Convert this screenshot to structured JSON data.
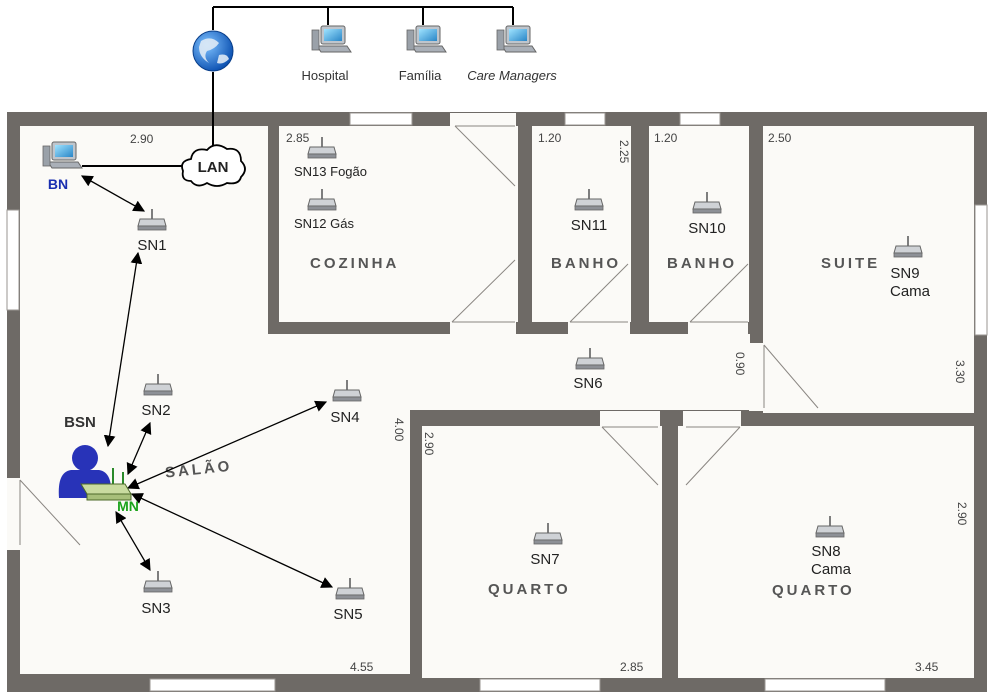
{
  "colors": {
    "wall": "#6e6a66",
    "floor": "#fbfaf7",
    "bn_label": "#1a2fb0",
    "mn_label": "#1aa31a",
    "person": "#2833b8",
    "router": "#c9dba0",
    "globe": "#1b6fd0",
    "line": "#000000"
  },
  "network": {
    "internet_icon": "globe-icon",
    "endpoints": [
      {
        "label": "Hospital",
        "icon": "computer-icon"
      },
      {
        "label": "Família",
        "icon": "computer-icon"
      },
      {
        "label": "Care Managers",
        "icon": "computer-icon"
      }
    ],
    "lan_label": "LAN",
    "bn_label": "BN",
    "bsn_label": "BSN",
    "mn_label": "MN"
  },
  "rooms": {
    "cozinha": "COZINHA",
    "banho_1": "BANHO",
    "banho_2": "BANHO",
    "suite": "SUITE",
    "salao": "SALÃO",
    "quarto_1": "QUARTO",
    "quarto_2": "QUARTO"
  },
  "dimensions": {
    "d290_top": "2.90",
    "d285_kitchen": "2.85",
    "d120_bath1": "1.20",
    "d225": "2.25",
    "d120_bath2": "1.20",
    "d250": "2.50",
    "d090": "0.90",
    "d330": "3.30",
    "d400": "4.00",
    "d290_q1": "2.90",
    "d290_q2": "2.90",
    "d455": "4.55",
    "d285_bottom": "2.85",
    "d345": "3.45"
  },
  "sensors": {
    "sn1": "SN1",
    "sn2": "SN2",
    "sn3": "SN3",
    "sn4": "SN4",
    "sn5": "SN5",
    "sn6": "SN6",
    "sn7": "SN7",
    "sn8": "SN8",
    "sn8_sub": "Cama",
    "sn9": "SN9",
    "sn9_sub": "Cama",
    "sn10": "SN10",
    "sn11": "SN11",
    "sn12": "SN12 Gás",
    "sn13": "SN13 Fogão"
  }
}
